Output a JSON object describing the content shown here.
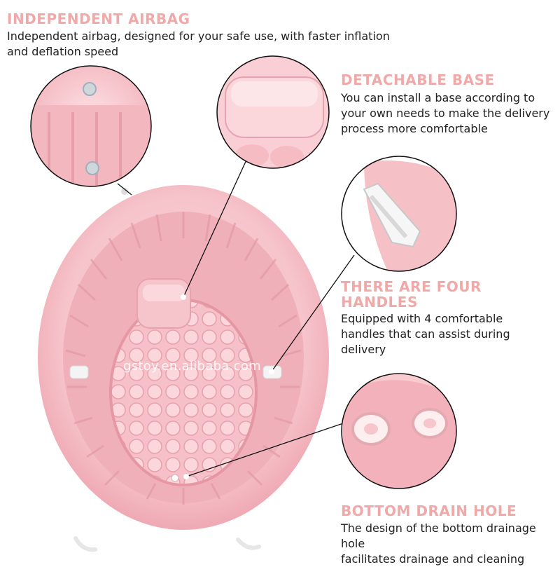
{
  "features": [
    {
      "title": "INDEPENDENT AIRBAG",
      "desc_lines": [
        "Independent airbag, designed for your safe use, with faster inflation",
        "and deflation speed"
      ]
    },
    {
      "title": "DETACHABLE BASE",
      "desc_lines": [
        "You can install a base according to",
        "your own needs to make the delivery",
        "process more comfortable"
      ]
    },
    {
      "title_lines": [
        "THERE ARE FOUR",
        "HANDLES"
      ],
      "desc_lines": [
        "Equipped with 4 comfortable",
        "handles that can assist during",
        "delivery"
      ]
    },
    {
      "title": "BOTTOM DRAIN HOLE",
      "desc_lines": [
        "The design of the bottom drainage hole",
        "facilitates drainage and cleaning"
      ]
    }
  ],
  "watermark": "gstoy.en.alibaba.com",
  "colors": {
    "accent": "#f0a9a9",
    "tub_pink": "#f4b8c0",
    "tub_light": "#fbd9dd",
    "tub_dark": "#e79aa6"
  }
}
